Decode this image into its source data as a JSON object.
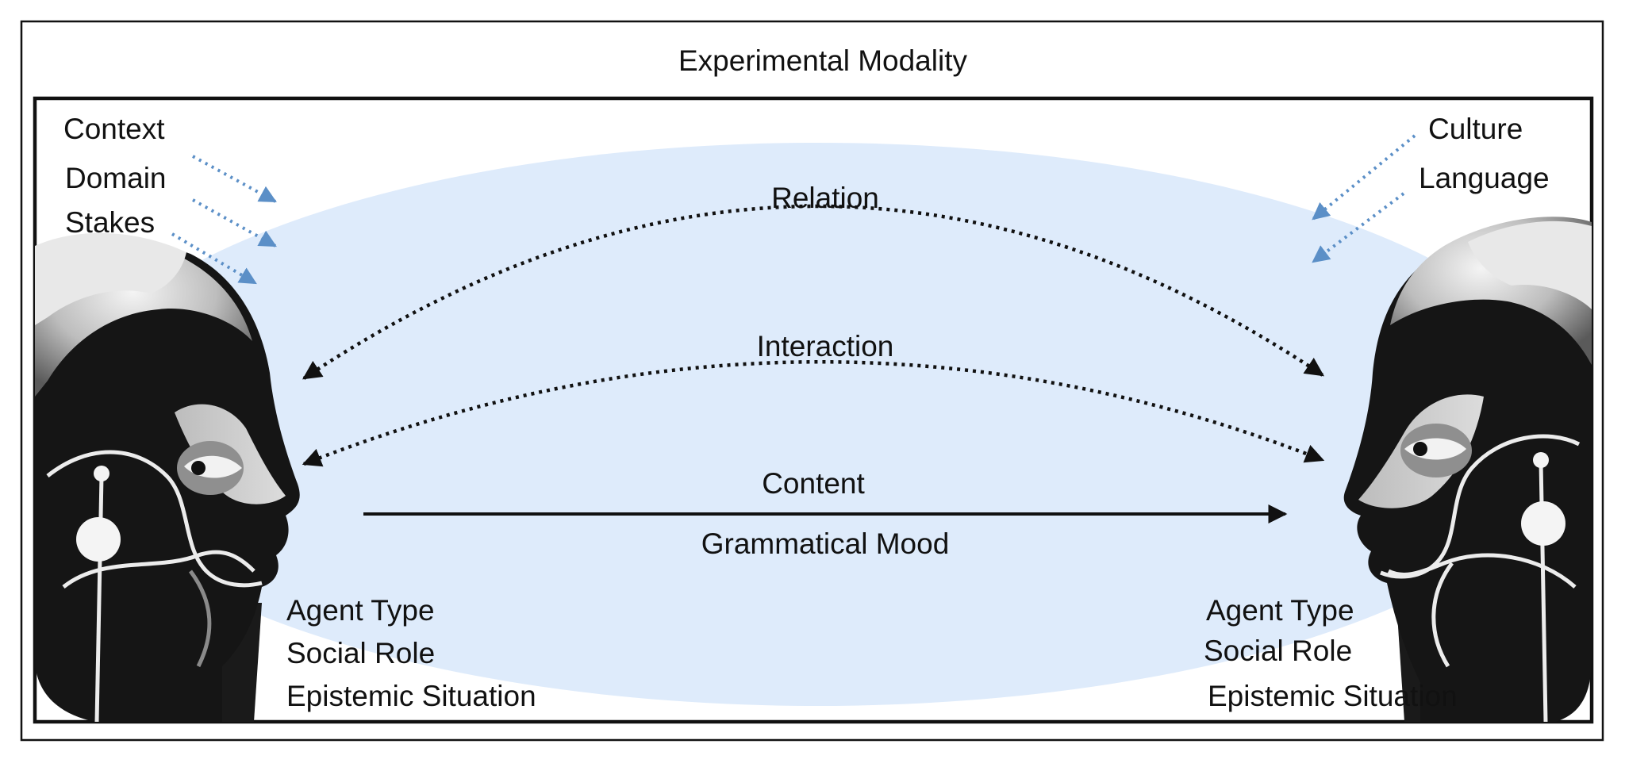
{
  "diagram": {
    "title": "Experimental Modality",
    "colors": {
      "background": "#ffffff",
      "frame": "#111111",
      "ellipse": "#deebfb",
      "context_arrows": "#5b8fc7",
      "relation_arrows": "#111111"
    },
    "left_factors": [
      "Context",
      "Domain",
      "Stakes"
    ],
    "right_factors": [
      "Culture",
      "Language"
    ],
    "relations": {
      "relation": "Relation",
      "interaction": "Interaction",
      "content": "Content",
      "grammatical_mood": "Grammatical Mood"
    },
    "left_agent": [
      "Agent Type",
      "Social Role",
      "Epistemic Situation"
    ],
    "right_agent": [
      "Agent Type",
      "Social Role",
      "Epistemic Situation"
    ],
    "agents": {
      "left": "stylized-head-facing-right",
      "right": "stylized-head-facing-left"
    }
  }
}
